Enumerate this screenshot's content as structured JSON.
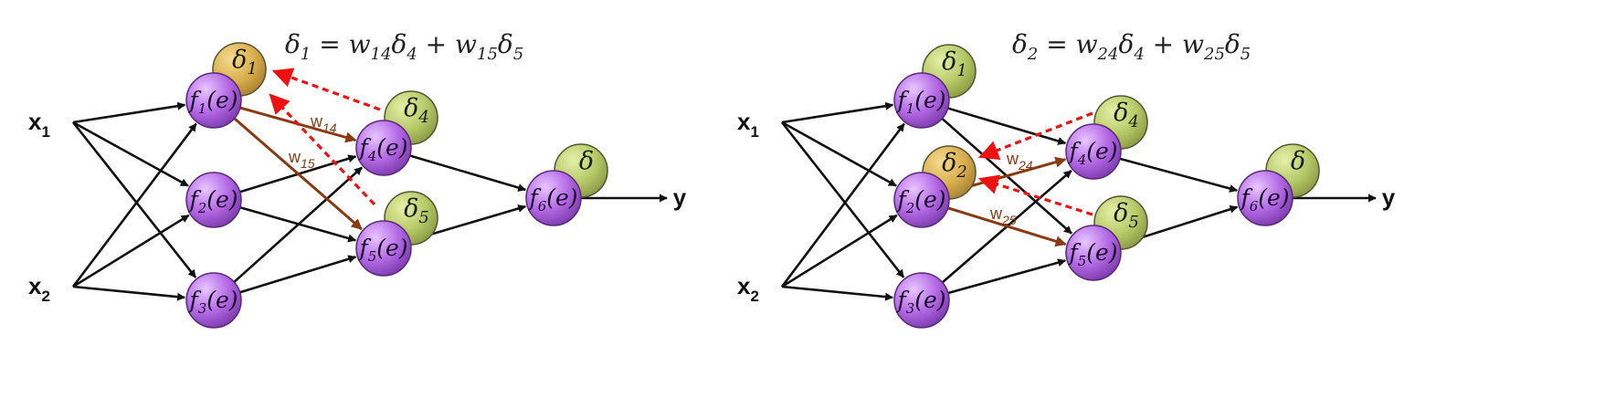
{
  "diagrams": [
    {
      "id": "left",
      "formula": {
        "lhs_symbol": "δ",
        "lhs_sub": "1",
        "eq": " = ",
        "t1_w": "w",
        "t1_wsub": "14",
        "t1_d": "δ",
        "t1_dsub": "4",
        "plus": " + ",
        "t2_w": "w",
        "t2_wsub": "15",
        "t2_d": "δ",
        "t2_dsub": "5"
      },
      "inputs": [
        {
          "main": "x",
          "sub": "1"
        },
        {
          "main": "x",
          "sub": "2"
        }
      ],
      "output": "y",
      "neurons": [
        {
          "f": "f",
          "sub": "1",
          "arg": "(e)",
          "delta": "δ",
          "delta_sub": "1",
          "highlight": true
        },
        {
          "f": "f",
          "sub": "2",
          "arg": "(e)"
        },
        {
          "f": "f",
          "sub": "3",
          "arg": "(e)"
        },
        {
          "f": "f",
          "sub": "4",
          "arg": "(e)",
          "delta": "δ",
          "delta_sub": "4"
        },
        {
          "f": "f",
          "sub": "5",
          "arg": "(e)",
          "delta": "δ",
          "delta_sub": "5"
        },
        {
          "f": "f",
          "sub": "6",
          "arg": "(e)",
          "delta": "δ",
          "delta_sub": ""
        }
      ],
      "weights": [
        {
          "main": "w",
          "sub": "14"
        },
        {
          "main": "w",
          "sub": "15"
        }
      ]
    },
    {
      "id": "right",
      "formula": {
        "lhs_symbol": "δ",
        "lhs_sub": "2",
        "eq": " = ",
        "t1_w": "w",
        "t1_wsub": "24",
        "t1_d": "δ",
        "t1_dsub": "4",
        "plus": " + ",
        "t2_w": "w",
        "t2_wsub": "25",
        "t2_d": "δ",
        "t2_dsub": "5"
      },
      "inputs": [
        {
          "main": "x",
          "sub": "1"
        },
        {
          "main": "x",
          "sub": "2"
        }
      ],
      "output": "y",
      "neurons": [
        {
          "f": "f",
          "sub": "1",
          "arg": "(e)",
          "delta": "δ",
          "delta_sub": "1"
        },
        {
          "f": "f",
          "sub": "2",
          "arg": "(e)",
          "delta": "δ",
          "delta_sub": "2",
          "highlight": true
        },
        {
          "f": "f",
          "sub": "3",
          "arg": "(e)"
        },
        {
          "f": "f",
          "sub": "4",
          "arg": "(e)",
          "delta": "δ",
          "delta_sub": "4"
        },
        {
          "f": "f",
          "sub": "5",
          "arg": "(e)",
          "delta": "δ",
          "delta_sub": "5"
        },
        {
          "f": "f",
          "sub": "6",
          "arg": "(e)",
          "delta": "δ",
          "delta_sub": ""
        }
      ],
      "weights": [
        {
          "main": "w",
          "sub": "24"
        },
        {
          "main": "w",
          "sub": "25"
        }
      ]
    }
  ],
  "colors": {
    "neuron_fill": "#b870e6",
    "neuron_stroke": "#5a2a7a",
    "delta_fill": "#b8cc6a",
    "delta_highlight_fill": "#d9b04a",
    "delta_stroke": "#555533",
    "arrow": "#111111",
    "weight_arrow": "#8a3a12",
    "backprop_arrow": "#ee1111"
  }
}
